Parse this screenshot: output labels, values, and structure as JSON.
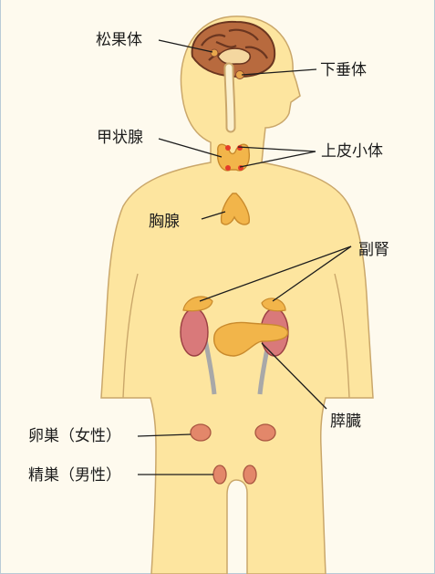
{
  "labels": {
    "pineal": "松果体",
    "pituitary": "下垂体",
    "thyroid": "甲状腺",
    "parathyroid": "上皮小体",
    "thymus": "胸腺",
    "adrenal": "副腎",
    "pancreas": "膵臓",
    "ovary": "卵巣（女性）",
    "testis": "精巣（男性）"
  },
  "colors": {
    "skin": "#fde59f",
    "outline": "#caa76a",
    "brain": "#8a4a2c",
    "gland": "#f2b54a",
    "kidney": "#d9797a",
    "gonad": "#e3876a",
    "parathyroid_dot": "#e53b2a",
    "leader": "#1c1c1c"
  }
}
